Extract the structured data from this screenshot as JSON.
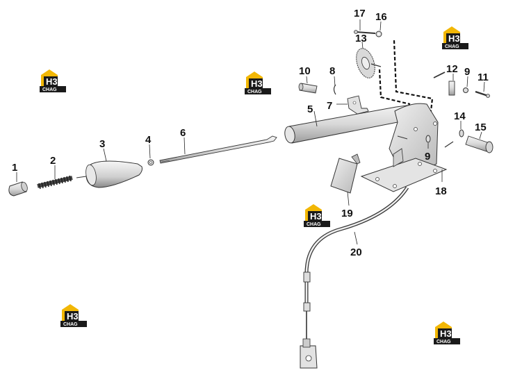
{
  "diagram": {
    "callouts": {
      "c1": "1",
      "c2": "2",
      "c3": "3",
      "c4": "4",
      "c5": "5",
      "c6": "6",
      "c7": "7",
      "c8": "8",
      "c9a": "9",
      "c9b": "9",
      "c10": "10",
      "c11": "11",
      "c12": "12",
      "c13": "13",
      "c14": "14",
      "c15": "15",
      "c16": "16",
      "c17": "17",
      "c18": "18",
      "c19": "19",
      "c20": "20"
    },
    "watermark": {
      "mark": "H3",
      "sub": "CHAG"
    },
    "colors": {
      "logo_yellow": "#f2b705",
      "logo_black": "#1a1a1a",
      "line": "#222222"
    }
  }
}
